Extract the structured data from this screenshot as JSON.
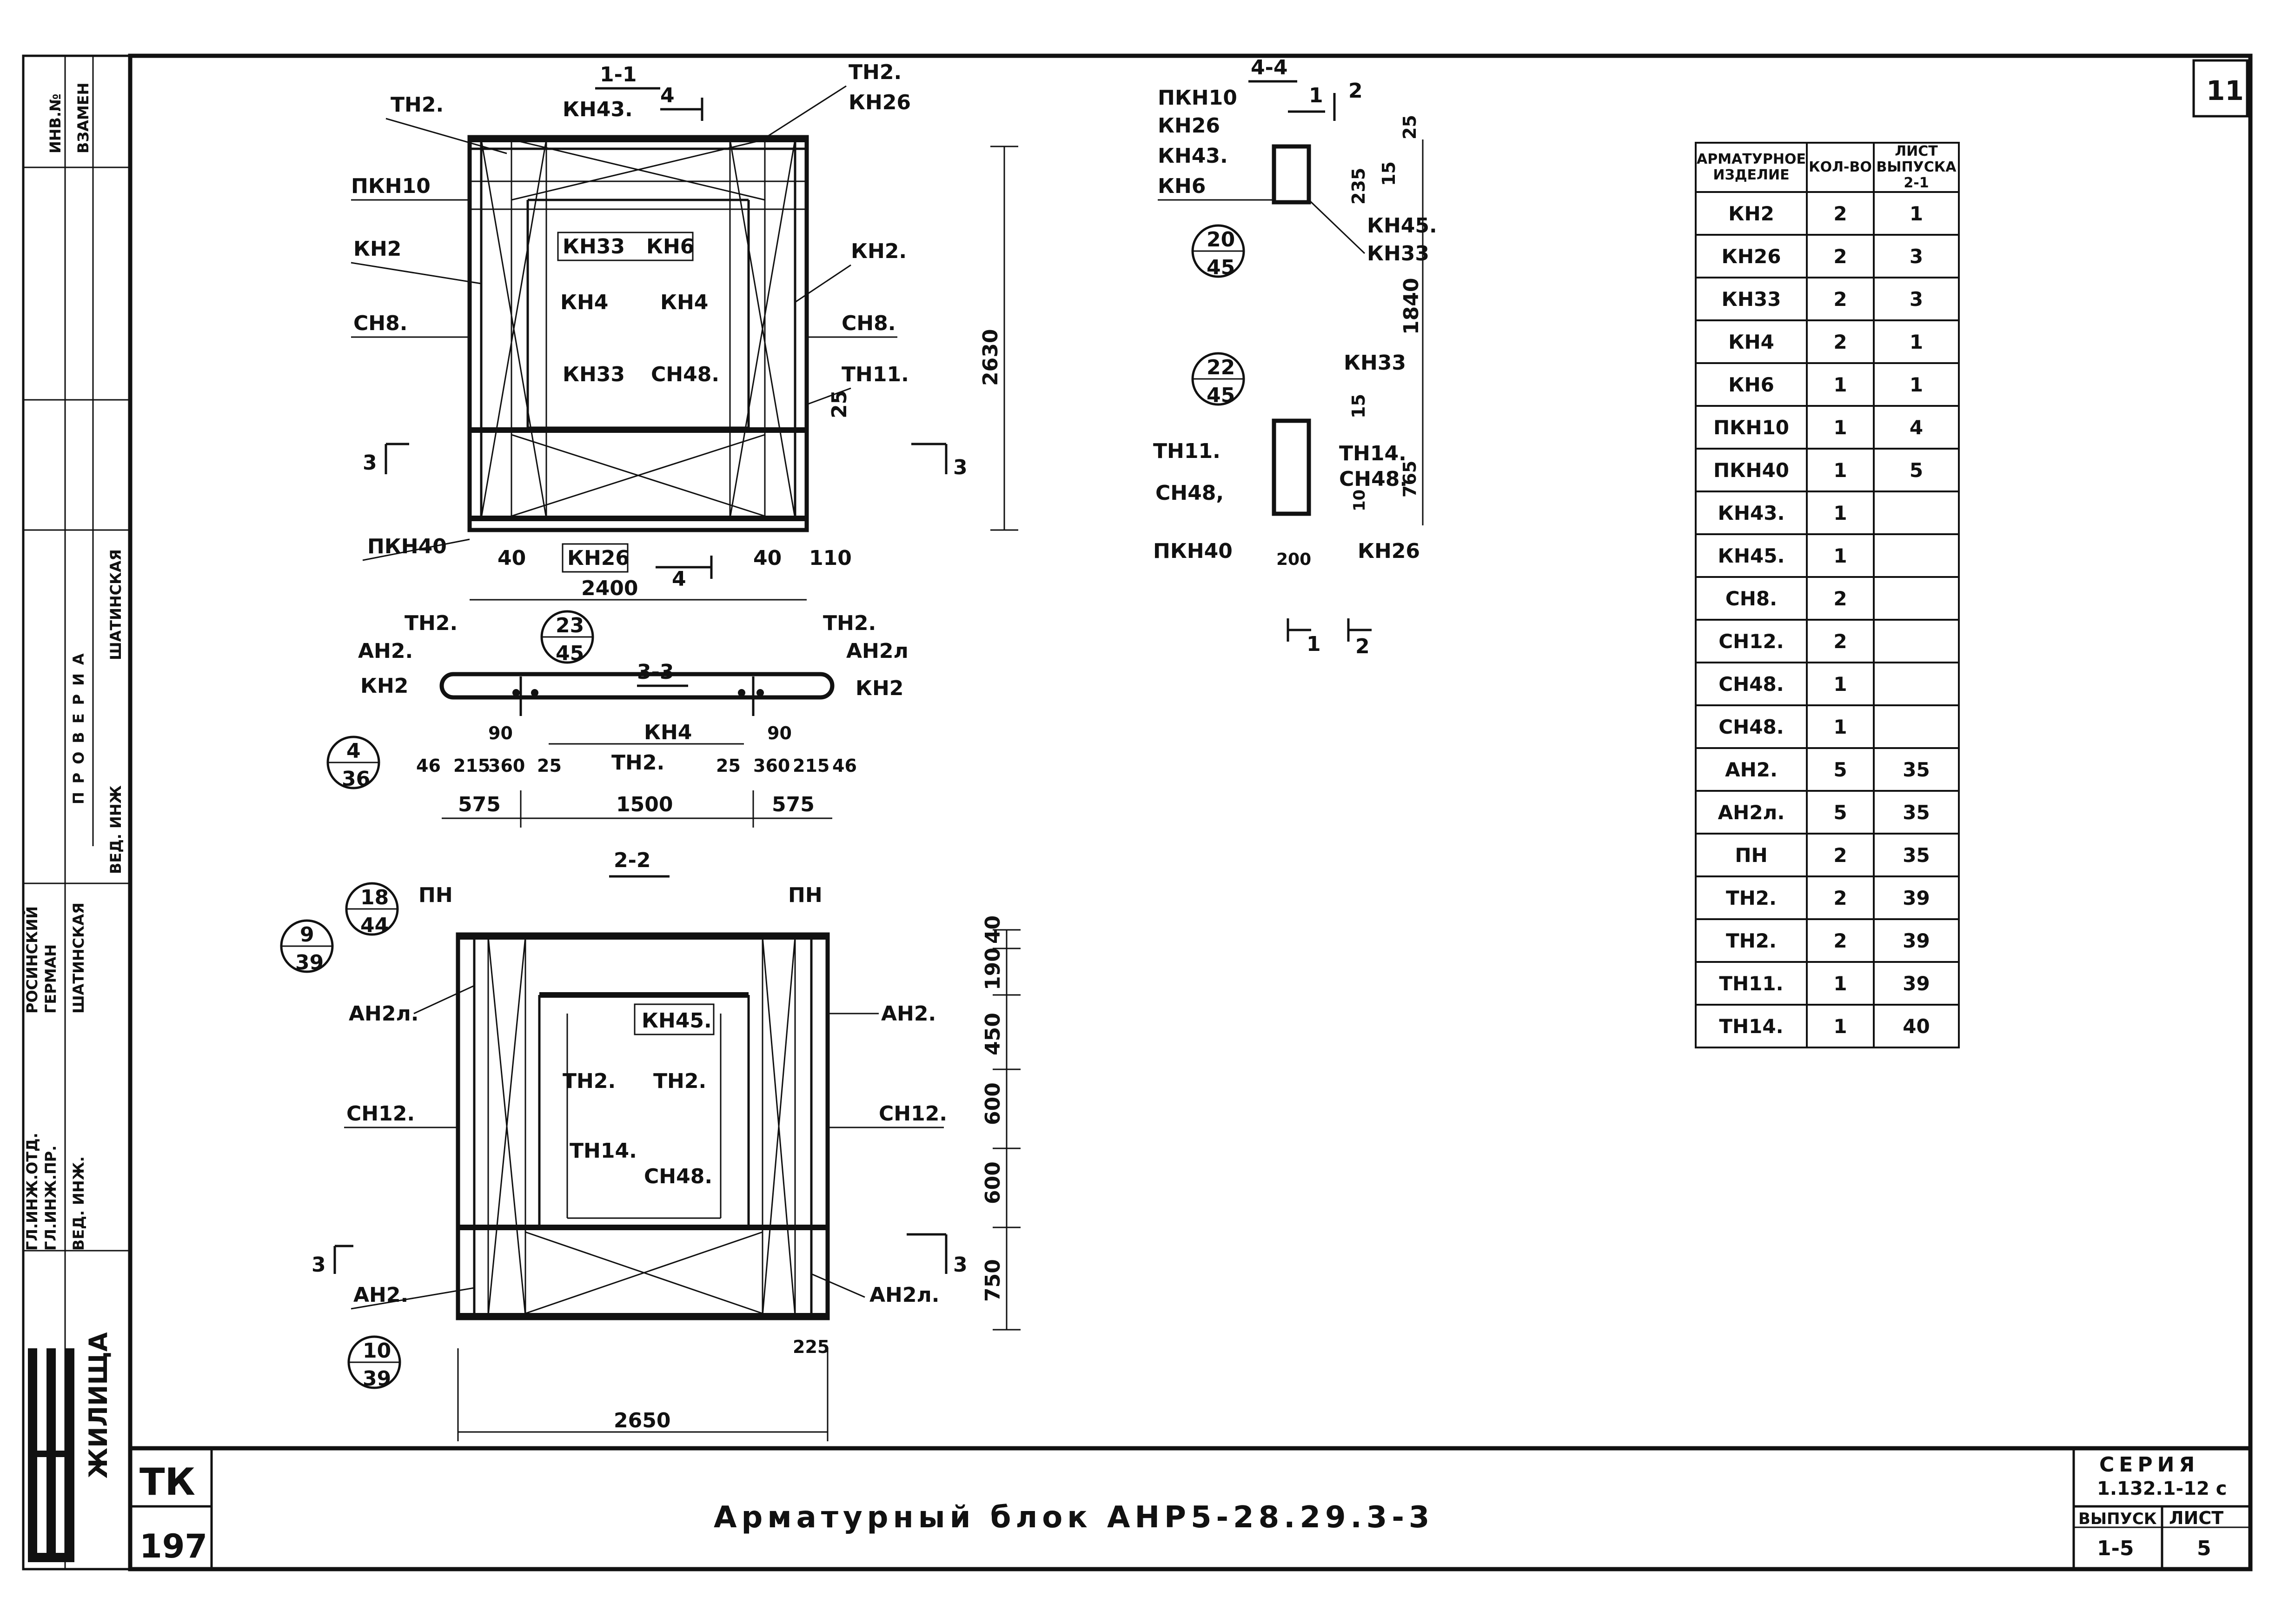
{
  "sheet_number": "11",
  "title": "Арматурный блок АНР5-28.29.3-3",
  "title_block": {
    "tk_label": "ТК",
    "tk_number": "197",
    "series_label": "СЕРИЯ",
    "series_value": "1.132.1-12 с",
    "issue_label": "ВЫПУСК",
    "issue_value": "1-5",
    "sheet_label": "ЛИСТ",
    "sheet_value": "5",
    "org": "ЖИЛИЩА"
  },
  "side_stamp": {
    "inv": "ИНВ.№",
    "vzamen": "ВЗАМЕН",
    "proveria": "ПРОВЕРИА",
    "ved_inzh": "ВЕД. ИНЖ",
    "shatinskaya": "ШАТИНСКАЯ",
    "gl_inzh_otd": "ГЛ.ИНЖ.ОТД.",
    "gl_inzh_pr": "ГЛ.ИНЖ.ПР.",
    "ved_inzh2": "ВЕД. ИНЖ.",
    "rosinsky": "РОСИНСКИЙ",
    "german": "ГЕРМАН",
    "shatinskaya2": "ШАТИНСКАЯ"
  },
  "spec_table": {
    "headers": [
      "АРМАТУРНОЕ ИЗДЕЛИЕ",
      "КОЛ-ВО",
      "ЛИСТ ВЫПУСКА 2-1"
    ],
    "rows": [
      [
        "КН2",
        "2",
        "1"
      ],
      [
        "КН26",
        "2",
        "3"
      ],
      [
        "КН33",
        "2",
        "3"
      ],
      [
        "КН4",
        "2",
        "1"
      ],
      [
        "КН6",
        "1",
        "1"
      ],
      [
        "ПКН10",
        "1",
        "4"
      ],
      [
        "ПКН40",
        "1",
        "5"
      ],
      [
        "КН43.",
        "1",
        ""
      ],
      [
        "КН45.",
        "1",
        ""
      ],
      [
        "СН8.",
        "2",
        ""
      ],
      [
        "СН12.",
        "2",
        ""
      ],
      [
        "СН48.",
        "1",
        ""
      ],
      [
        "СН48.",
        "1",
        ""
      ],
      [
        "АН2.",
        "5",
        "35"
      ],
      [
        "АН2л.",
        "5",
        "35"
      ],
      [
        "ПН",
        "2",
        "35"
      ],
      [
        "ТН2.",
        "2",
        "39"
      ],
      [
        "ТН2.",
        "2",
        "39"
      ],
      [
        "ТН11.",
        "1",
        "39"
      ],
      [
        "ТН14.",
        "1",
        "40"
      ]
    ]
  },
  "view_1_1": {
    "section": "1-1",
    "cut4": "4",
    "labels": {
      "tn2_l": "ТН2.",
      "kn43": "КН43.",
      "tn2_r": "ТН2.",
      "kn26_top": "КН26",
      "pkn10": "ПКН10",
      "kn2_l": "КН2",
      "kn2_r": "КН2.",
      "sn8_l": "СН8.",
      "sn8_r": "СН8.",
      "kn33_a": "КН33",
      "kn6": "КН6",
      "kn4_a": "КН4",
      "kn4_b": "КН4",
      "kn33_b": "КН33",
      "sn48": "СН48.",
      "tn11": "ТН11.",
      "pkn40": "ПКН40",
      "kn26_bot": "КН26",
      "cut3": "3",
      "cut3r": "3"
    },
    "dims": {
      "h": "2630",
      "w": "2400",
      "d40a": "40",
      "d40b": "40",
      "d110": "110",
      "d25": "25",
      "cut4b": "4"
    }
  },
  "view_3_3": {
    "section": "3-3",
    "callout_top": "23",
    "callout_bot": "45",
    "ref_top": "4",
    "ref_bot": "36",
    "labels": {
      "tn2_l": "ТН2.",
      "an2": "АН2.",
      "kn2_l": "КН2",
      "tn2_r": "ТН2.",
      "an2l": "АН2л",
      "kn2_r": "КН2",
      "kn4": "КН4",
      "tn2_c": "ТН2."
    },
    "dims": [
      "46",
      "215",
      "360",
      "25",
      "90",
      "25",
      "360",
      "215",
      "46",
      "90",
      "575",
      "1500",
      "575"
    ]
  },
  "view_2_2": {
    "section": "2-2",
    "c1_top": "18",
    "c1_bot": "44",
    "c2_top": "9",
    "c2_bot": "39",
    "c3_top": "10",
    "c3_bot": "39",
    "labels": {
      "pn_l": "ПН",
      "pn_r": "ПН",
      "an2l_l": "АН2л.",
      "an2_r": "АН2.",
      "kn45": "КН45.",
      "tn2_a": "ТН2.",
      "tn2_b": "ТН2.",
      "sn12_l": "СН12.",
      "sn12_r": "СН12.",
      "tn14": "ТН14.",
      "sn48": "СН48.",
      "an2_l": "АН2.",
      "an2l_r": "АН2л.",
      "cut3": "3",
      "cut3r": "3"
    },
    "dims": {
      "d40": "40",
      "d190": "190",
      "d450": "450",
      "d600a": "600",
      "d600b": "600",
      "d750": "750",
      "d225": "225",
      "w": "2650"
    }
  },
  "view_4_4": {
    "section": "4-4",
    "cut1": "1",
    "cut2": "2",
    "c1_top": "20",
    "c1_bot": "45",
    "c2_top": "22",
    "c2_bot": "45",
    "labels": {
      "pkn10": "ПКН10",
      "kn26": "КН26",
      "kn43": "КН43.",
      "kn6": "КН6",
      "kn45": "КН45.",
      "kn33": "КН33",
      "kn33b": "КН33",
      "tn11": "ТН11.",
      "tn14": "ТН14.",
      "sn48": "СН48.",
      "sn48b": "СН48,",
      "pkn40": "ПКН40",
      "kn26b": "КН26"
    },
    "dims": {
      "d25": "25",
      "d235": "235",
      "d15": "15",
      "d1840": "1840",
      "d15b": "15",
      "d765": "765",
      "d10": "10",
      "d200": "200"
    },
    "cut_bottom_1": "1",
    "cut_bottom_2": "2"
  }
}
